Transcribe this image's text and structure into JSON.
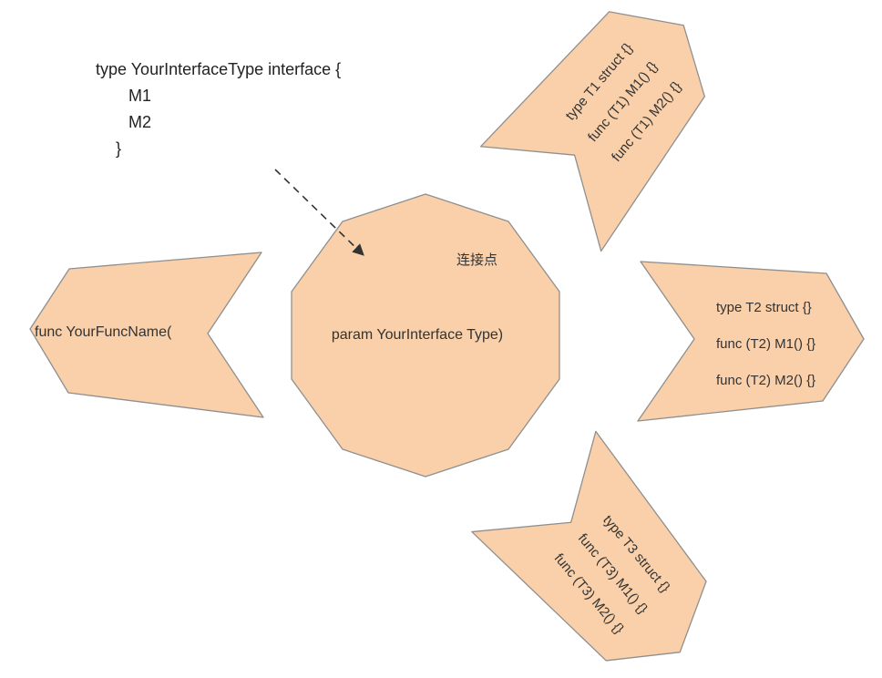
{
  "colors": {
    "shape_fill": "#f9d0a9",
    "shape_stroke": "#8f8f8f",
    "arrow_stroke": "#333333"
  },
  "interface_code": {
    "lines": [
      "type YourInterfaceType interface {",
      "M1",
      "M2",
      "}"
    ]
  },
  "caller": {
    "label": "func YourFuncName("
  },
  "hub": {
    "connection_label": "连接点",
    "param_label": "param YourInterface Type)"
  },
  "implementations": [
    {
      "name": "T1",
      "lines": [
        "type T1 struct {}",
        "func (T1) M1() {}",
        "func (T1) M2() {}"
      ]
    },
    {
      "name": "T2",
      "lines": [
        "type T2 struct {}",
        "func (T2) M1() {}",
        "func (T2) M2() {}"
      ]
    },
    {
      "name": "T3",
      "lines": [
        "type T3 struct {}",
        "func (T3) M1() {}",
        "func (T3) M2() {}"
      ]
    }
  ]
}
